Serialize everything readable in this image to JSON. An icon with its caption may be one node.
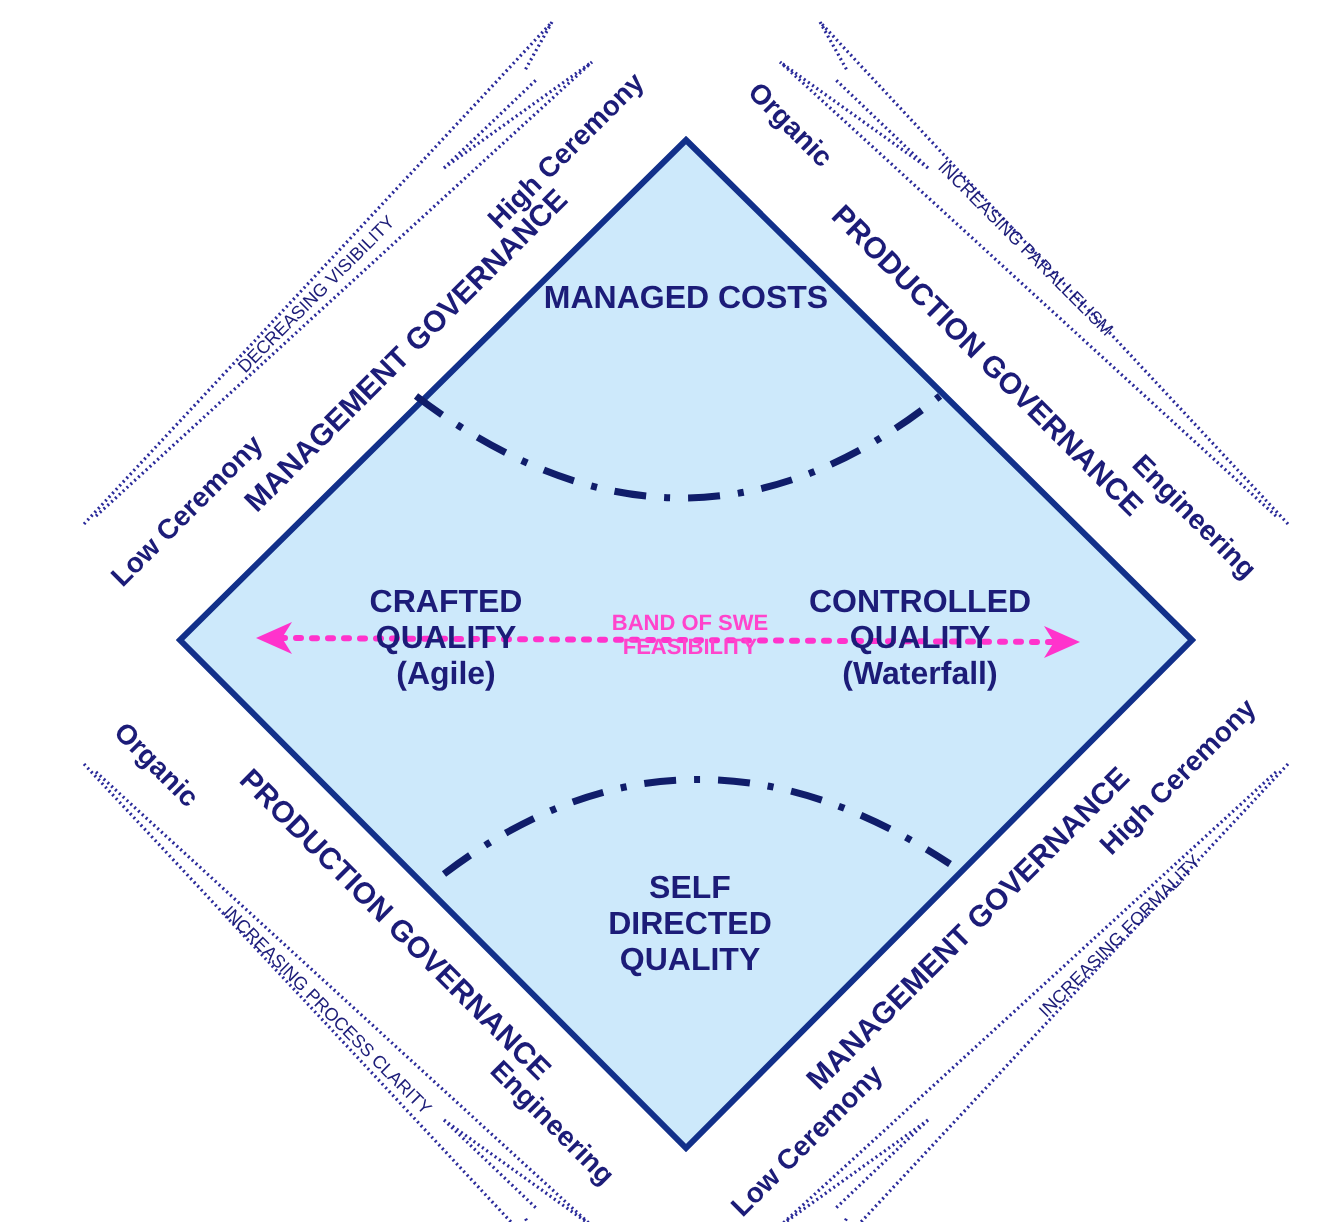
{
  "diagram": {
    "nodes": [
      {
        "text": [
          "MANAGED COSTS",
          "CRAFTED QUALITY (Agile)",
          "BAND OF SWE FEASIBILITY",
          "CONTROLLED QUALITY (Waterfall)",
          "SELF DIRECTED QUALITY"
        ]
      }
    ],
    "labels": [
      "High Ceremony",
      "DECREASING VISIBILITY",
      "MANAGEMENT GOVERNANCE",
      "Low Ceremony",
      "Organic",
      "INCREASING PARALLELISM",
      "PRODUCTION GOVERNANCE",
      "Engineering",
      "Organic",
      "PRODUCTION GOVERNANCE",
      "INCREASING PROCESS CLARITY",
      "Engineering",
      "High Ceremony",
      "MANAGEMENT GOVERNANCE",
      "INCREASING FORMALITY",
      "Low Ceremony"
    ]
  }
}
